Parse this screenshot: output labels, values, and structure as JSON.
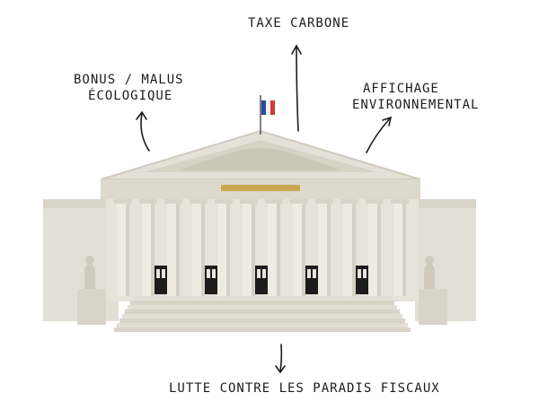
{
  "labels": {
    "bonus_malus_line1": "BONUS / MALUS",
    "bonus_malus_line2": "ÉCOLOGIQUE",
    "taxe_carbone": "TAXE CARBONE",
    "affichage_line1": "AFFICHAGE",
    "affichage_line2": "ENVIRONNEMENTAL",
    "lutte": "LUTTE CONTRE LES PARADIS FISCAUX"
  },
  "colors": {
    "building_light": "#e6e3da",
    "building_mid": "#d8d4c8",
    "building_shadow": "#c9c4b6",
    "ink": "#1c1c1c",
    "flag_blue": "#2a4a9c",
    "flag_red": "#d33a3a",
    "gold": "#c8a850"
  }
}
